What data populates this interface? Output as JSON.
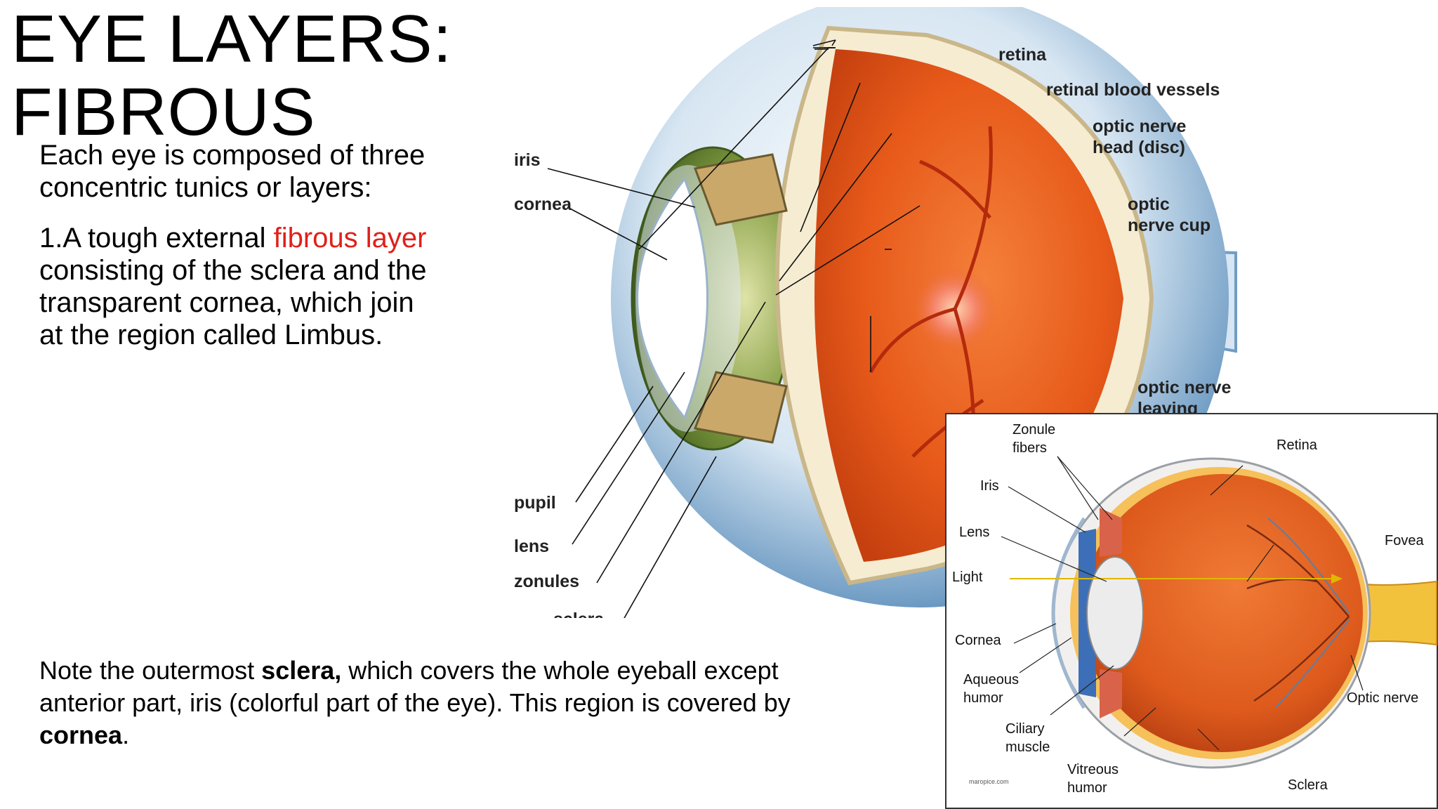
{
  "slide": {
    "title_line1": "EYE LAYERS:",
    "title_line2": "FIBROUS",
    "intro_line1": "Each eye is composed of three",
    "intro_line2": "concentric tunics or layers:",
    "point1": {
      "line1_prefix": "1.A tough external ",
      "line1_highlight": "fibrous layer",
      "line2": "consisting of the sclera and the",
      "line3": "transparent cornea, which join",
      "line4": "at the region called Limbus."
    },
    "note": {
      "part1": "Note the outermost ",
      "bold1": "sclera,",
      "part2": " which covers the whole eyeball except",
      "line2": "anterior part, iris (colorful part of the eye). This region is covered by",
      "bold2": "cornea",
      "end": "."
    },
    "colors": {
      "highlight": "#e0201a"
    }
  },
  "diagram_main": {
    "labels": {
      "retina": "retina",
      "vessels": "retinal blood vessels",
      "onh1": "optic nerve",
      "onh2": "head (disc)",
      "cup1": "optic",
      "cup2": "nerve cup",
      "leave1": "optic nerve",
      "leave2": "leaving",
      "iris": "iris",
      "cornea": "cornea",
      "pupil": "pupil",
      "lens": "lens",
      "zonules": "zonules",
      "sclera": "sclera"
    }
  },
  "diagram_inset": {
    "labels": {
      "zonule1": "Zonule",
      "zonule2": "fibers",
      "iris": "Iris",
      "lens": "Lens",
      "light": "Light",
      "cornea": "Cornea",
      "aqueous1": "Aqueous",
      "aqueous2": "humor",
      "ciliary1": "Ciliary",
      "ciliary2": "muscle",
      "vitreous1": "Vitreous",
      "vitreous2": "humor",
      "retina": "Retina",
      "fovea": "Fovea",
      "optic": "Optic nerve",
      "sclera": "Sclera",
      "credit": "maropice.com"
    }
  }
}
